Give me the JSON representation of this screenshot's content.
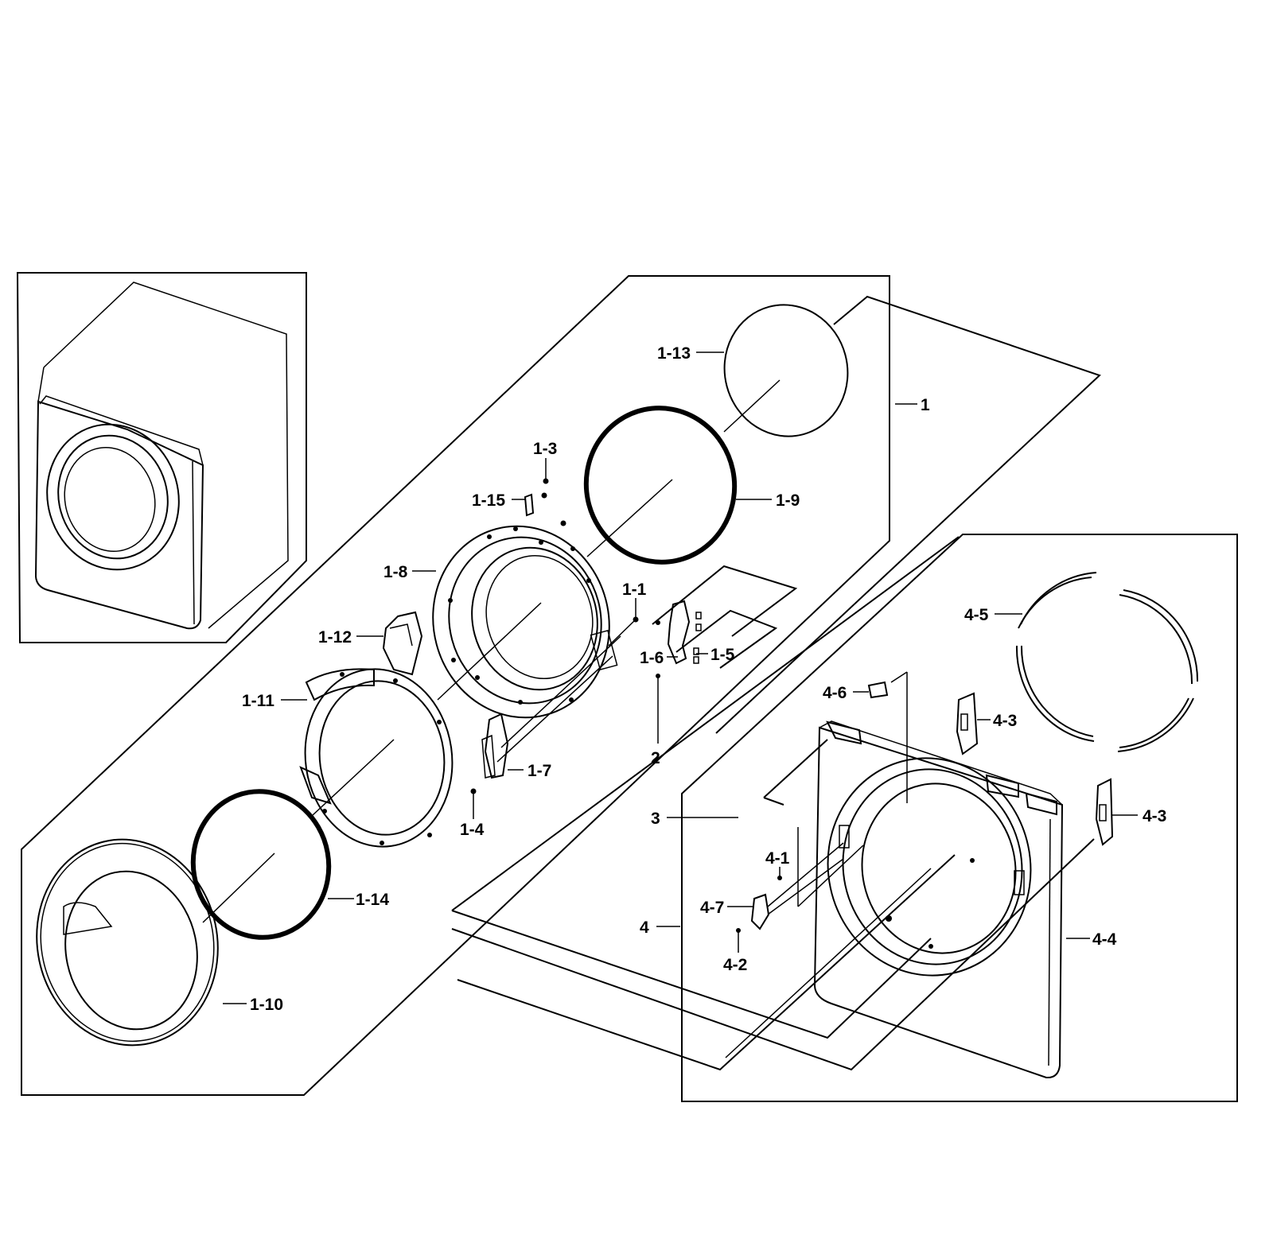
{
  "diagram": {
    "labels": {
      "p1": "1",
      "p1_1": "1-1",
      "p1_3": "1-3",
      "p1_4": "1-4",
      "p1_5": "1-5",
      "p1_6": "1-6",
      "p1_7": "1-7",
      "p1_8": "1-8",
      "p1_9": "1-9",
      "p1_10": "1-10",
      "p1_11": "1-11",
      "p1_12": "1-12",
      "p1_13": "1-13",
      "p1_14": "1-14",
      "p1_15": "1-15",
      "p2": "2",
      "p3": "3",
      "p4": "4",
      "p4_1": "4-1",
      "p4_2": "4-2",
      "p4_3a": "4-3",
      "p4_3b": "4-3",
      "p4_4": "4-4",
      "p4_5": "4-5",
      "p4_6": "4-6",
      "p4_7": "4-7"
    }
  }
}
